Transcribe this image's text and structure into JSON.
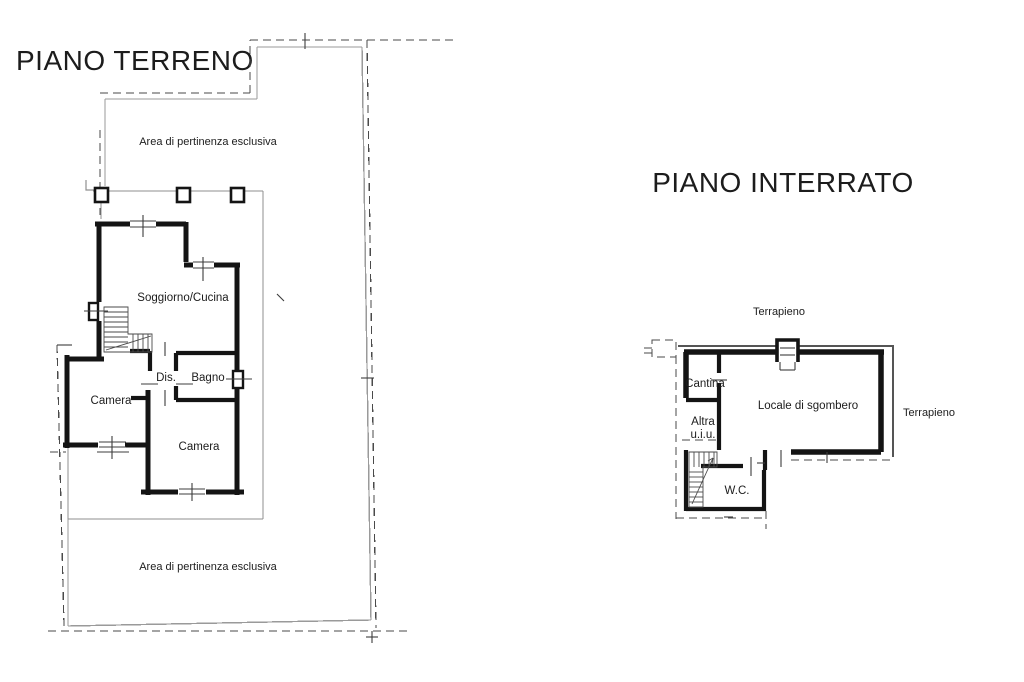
{
  "ground_floor": {
    "title": "PIANO TERRENO",
    "area_top_label": "Area di pertinenza esclusiva",
    "area_bottom_label": "Area di pertinenza esclusiva",
    "rooms": {
      "living_kitchen": "Soggiorno/Cucina",
      "hallway": "Dis.",
      "bathroom": "Bagno",
      "bedroom_left": "Camera",
      "bedroom_right": "Camera"
    }
  },
  "basement": {
    "title": "PIANO INTERRATO",
    "embankment_top": "Terrapieno",
    "embankment_right": "Terrapieno",
    "rooms": {
      "cellar": "Cantina",
      "other_unit_line1": "Altra",
      "other_unit_line2": "u.i.u.",
      "storage": "Locale di sgombero",
      "wc": "W.C."
    }
  },
  "colors": {
    "background": "#ffffff",
    "wall": "#141414",
    "thin_line": "#3c3c3c",
    "boundary": "#9a9a9a",
    "text": "#1c1c1c"
  }
}
